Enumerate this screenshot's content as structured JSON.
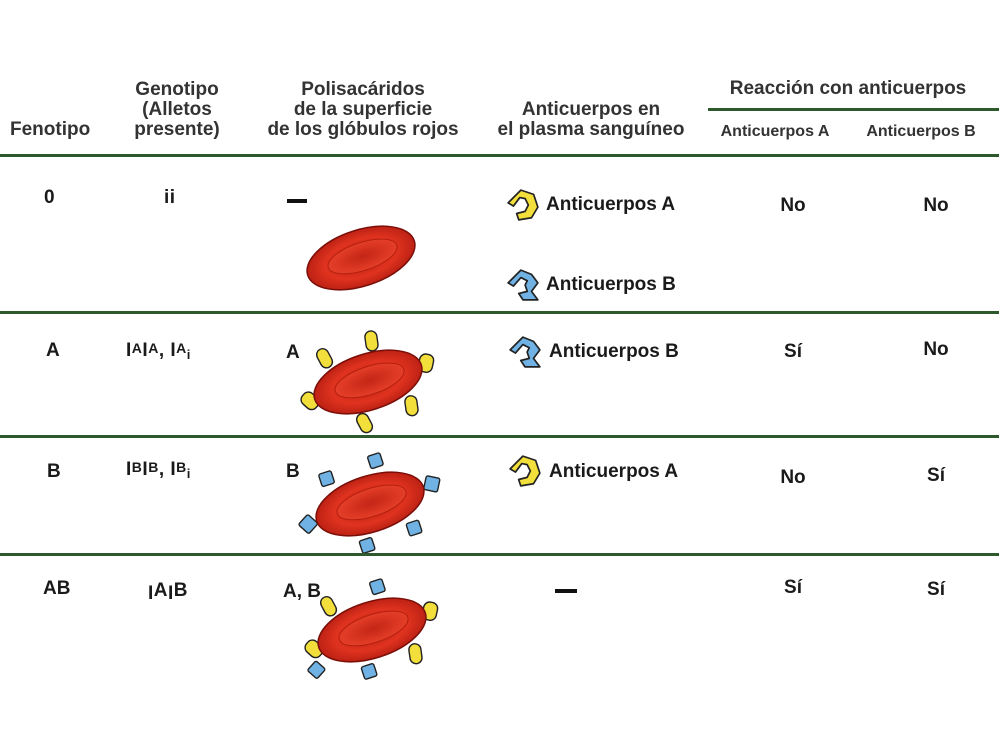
{
  "header": {
    "fenotipo": "Fenotipo",
    "genotipo": [
      "Genotipo",
      "(Alletos",
      "presente)"
    ],
    "polisacaridos": [
      "Polisacáridos",
      "de la superficie",
      "de los glóbulos rojos"
    ],
    "anticuerpos_plasma": [
      "Anticuerpos en",
      "el plasma sanguíneo"
    ],
    "reaccion": "Reacción con anticuerpos",
    "anti_a": "Anticuerpos A",
    "anti_b": "Anticuerpos B"
  },
  "rows": [
    {
      "fenotipo": "0",
      "genotipo": "ii",
      "polisacarido": "",
      "anticuerpos": [
        "Anticuerpos A",
        "Anticuerpos B"
      ],
      "reaccion_a": "No",
      "reaccion_b": "No"
    },
    {
      "fenotipo": "A",
      "genotipo": {
        "g1_base": "I",
        "g1_sup1": "A",
        "g1_mid": "I",
        "g1_sup2": "A",
        "sep": ",",
        "g2_base": "I",
        "g2_sup": "A",
        "g2_sub": "i"
      },
      "polisacarido": "A",
      "anticuerpos": [
        "Anticuerpos B"
      ],
      "reaccion_a": "Sí",
      "reaccion_b": "No"
    },
    {
      "fenotipo": "B",
      "genotipo": {
        "g1_base": "I",
        "g1_sup1": "B",
        "g1_mid": "I",
        "g1_sup2": "B",
        "sep": ",",
        "g2_base": "I",
        "g2_sup": "B",
        "g2_sub": "i"
      },
      "polisacarido": "B",
      "anticuerpos": [
        "Anticuerpos A"
      ],
      "reaccion_a": "No",
      "reaccion_b": "Sí"
    },
    {
      "fenotipo": "AB",
      "genotipo": {
        "base1": "I",
        "sup1": "A",
        "base2": "I",
        "sup2": "B"
      },
      "polisacarido": "A, B",
      "anticuerpos": [],
      "reaccion_a": "Sí",
      "reaccion_b": "Sí"
    }
  ],
  "colors": {
    "rule": "#2d5a2d",
    "cell_red": "#d42a1a",
    "antigen_a_yellow": "#f2df3c",
    "antigen_b_blue": "#6fb2e3"
  }
}
